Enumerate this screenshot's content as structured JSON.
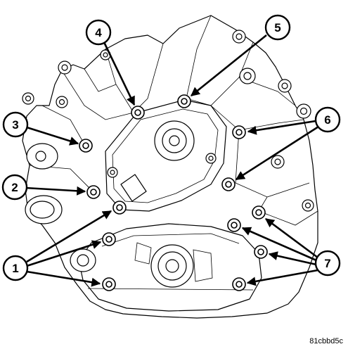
{
  "figure_code": "81cbbd5c",
  "callouts": [
    {
      "id": "1",
      "label": "1"
    },
    {
      "id": "2",
      "label": "2"
    },
    {
      "id": "3",
      "label": "3"
    },
    {
      "id": "4",
      "label": "4"
    },
    {
      "id": "5",
      "label": "5"
    },
    {
      "id": "6",
      "label": "6"
    },
    {
      "id": "7",
      "label": "7"
    }
  ]
}
